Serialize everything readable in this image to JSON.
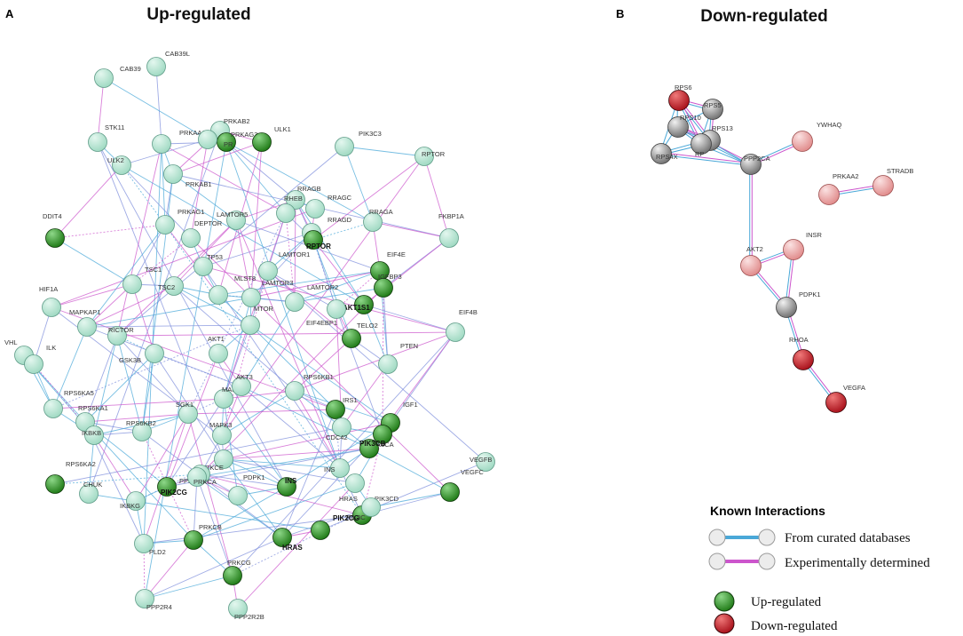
{
  "panels": [
    {
      "letter": "A",
      "title": "Up-regulated"
    },
    {
      "letter": "B",
      "title": "Down-regulated"
    }
  ],
  "colors": {
    "up_node": "#1f7a16",
    "up_node_light": "#8fd88a",
    "neighbor_node": "#9fd9c2",
    "neighbor_node_light": "#e4f7ef",
    "down_node": "#a8101a",
    "down_node_light": "#f07a7a",
    "down_neighbor": "#e08a8a",
    "down_neighbor_light": "#fbe3e3",
    "gray_node": "#707070",
    "gray_node_light": "#f2f2f2",
    "curated_edge": "#4aa8d8",
    "experimental_edge": "#cc55cc",
    "edge_generic": "#7f8fdc"
  },
  "network_a": {
    "nodes": [
      {
        "label": "CAB39L",
        "type": "neighbor"
      },
      {
        "label": "CAB39",
        "type": "neighbor"
      },
      {
        "label": "STK11",
        "type": "neighbor"
      },
      {
        "label": "PRKAB2",
        "type": "neighbor"
      },
      {
        "label": "PRKAG3",
        "type": "up"
      },
      {
        "label": "ULK1",
        "type": "up"
      },
      {
        "label": "PIK3C3",
        "type": "neighbor"
      },
      {
        "label": "RPTOR",
        "type": "neighbor"
      },
      {
        "label": "PRKAA1",
        "type": "neighbor"
      },
      {
        "label": "PR",
        "type": "neighbor"
      },
      {
        "label": "ULK2",
        "type": "neighbor"
      },
      {
        "label": "PRKAB1",
        "type": "neighbor"
      },
      {
        "label": "RRAGB",
        "type": "neighbor"
      },
      {
        "label": "RRAGC",
        "type": "neighbor"
      },
      {
        "label": "RHEB",
        "type": "neighbor"
      },
      {
        "label": "LAMTOR5",
        "type": "neighbor"
      },
      {
        "label": "PRKAG1",
        "type": "neighbor"
      },
      {
        "label": "RRAGD",
        "type": "neighbor"
      },
      {
        "label": "RRAGA",
        "type": "neighbor"
      },
      {
        "label": "DEPTOR",
        "type": "neighbor"
      },
      {
        "label": "DDIT4",
        "type": "up"
      },
      {
        "label": "FKBP1A",
        "type": "neighbor"
      },
      {
        "label": "RPTOR",
        "type": "up",
        "bold": true
      },
      {
        "label": "LAMTOR1",
        "type": "neighbor"
      },
      {
        "label": "EIF4E",
        "type": "up"
      },
      {
        "label": "TSC1",
        "type": "neighbor"
      },
      {
        "label": "TP53",
        "type": "neighbor"
      },
      {
        "label": "TSC2",
        "type": "neighbor"
      },
      {
        "label": "IGFBP3",
        "type": "up"
      },
      {
        "label": "HIF1A",
        "type": "neighbor"
      },
      {
        "label": "MLST8",
        "type": "neighbor"
      },
      {
        "label": "LAMTOR3",
        "type": "neighbor"
      },
      {
        "label": "LAMTOR2",
        "type": "neighbor"
      },
      {
        "label": "AKT1S1",
        "type": "up",
        "bold": true
      },
      {
        "label": "MTOR",
        "type": "neighbor"
      },
      {
        "label": "EIF4B",
        "type": "neighbor"
      },
      {
        "label": "MAPKAP1",
        "type": "neighbor"
      },
      {
        "label": "RICTOR",
        "type": "neighbor"
      },
      {
        "label": "EIF4EBP1",
        "type": "neighbor"
      },
      {
        "label": "TELO2",
        "type": "up"
      },
      {
        "label": "VHL",
        "type": "neighbor"
      },
      {
        "label": "ILK",
        "type": "neighbor"
      },
      {
        "label": "GSK3B",
        "type": "neighbor"
      },
      {
        "label": "AKT1",
        "type": "neighbor"
      },
      {
        "label": "PTEN",
        "type": "neighbor"
      },
      {
        "label": "MAPK1",
        "type": "neighbor"
      },
      {
        "label": "AKT3",
        "type": "neighbor"
      },
      {
        "label": "RPS6KB1",
        "type": "neighbor"
      },
      {
        "label": "RPS6KA5",
        "type": "neighbor"
      },
      {
        "label": "RPS6KA1",
        "type": "neighbor"
      },
      {
        "label": "SGK1",
        "type": "neighbor"
      },
      {
        "label": "IRS1",
        "type": "up"
      },
      {
        "label": "IGF1",
        "type": "up"
      },
      {
        "label": "RPS6KB2",
        "type": "neighbor"
      },
      {
        "label": "MAPK3",
        "type": "neighbor"
      },
      {
        "label": "IKBKB",
        "type": "neighbor"
      },
      {
        "label": "CDC42",
        "type": "neighbor"
      },
      {
        "label": "PIK3CA",
        "type": "up"
      },
      {
        "label": "PIK3CB",
        "type": "up",
        "bold": true
      },
      {
        "label": "VEGFB",
        "type": "neighbor"
      },
      {
        "label": "RPS6KA2",
        "type": "up"
      },
      {
        "label": "PRKCE",
        "type": "neighbor"
      },
      {
        "label": "PPP2CA",
        "type": "neighbor"
      },
      {
        "label": "INS",
        "type": "neighbor"
      },
      {
        "label": "CHUK",
        "type": "neighbor"
      },
      {
        "label": "PRKCA",
        "type": "neighbor"
      },
      {
        "label": "PDPK1",
        "type": "neighbor"
      },
      {
        "label": "PIK3CD",
        "type": "up"
      },
      {
        "label": "VEGFC",
        "type": "up"
      },
      {
        "label": "PIK2CG",
        "type": "up",
        "bold": true
      },
      {
        "label": "IKBKG",
        "type": "neighbor"
      },
      {
        "label": "INS",
        "type": "up",
        "bold": true
      },
      {
        "label": "PIK3C",
        "type": "neighbor"
      },
      {
        "label": "HRAS",
        "type": "neighbor"
      },
      {
        "label": "PRKCB",
        "type": "up"
      },
      {
        "label": "HRAS",
        "type": "up",
        "bold": true
      },
      {
        "label": "PIK2CG",
        "type": "up",
        "bold": true
      },
      {
        "label": "PLD2",
        "type": "neighbor"
      },
      {
        "label": "PRKCG",
        "type": "up"
      },
      {
        "label": "PPP2R4",
        "type": "neighbor"
      },
      {
        "label": "PPP2R2B",
        "type": "neighbor"
      }
    ]
  },
  "network_b": {
    "nodes": [
      {
        "label": "RPS6",
        "type": "down"
      },
      {
        "label": "RPS5",
        "type": "gray"
      },
      {
        "label": "RPS10",
        "type": "gray"
      },
      {
        "label": "RPS13",
        "type": "gray"
      },
      {
        "label": "RPS4X",
        "type": "gray"
      },
      {
        "label": "RP",
        "type": "gray"
      },
      {
        "label": "YWHAQ",
        "type": "down_neighbor"
      },
      {
        "label": "PPP2CA",
        "type": "gray"
      },
      {
        "label": "PRKAA2",
        "type": "down_neighbor"
      },
      {
        "label": "STRADB",
        "type": "down_neighbor"
      },
      {
        "label": "INSR",
        "type": "down_neighbor"
      },
      {
        "label": "AKT2",
        "type": "down_neighbor"
      },
      {
        "label": "PDPK1",
        "type": "gray"
      },
      {
        "label": "RHOA",
        "type": "down"
      },
      {
        "label": "VEGFA",
        "type": "down"
      }
    ]
  },
  "legend": {
    "title": "Known Interactions",
    "edges": [
      {
        "label": "From curated databases",
        "color_key": "curated_edge"
      },
      {
        "label": "Experimentally determined",
        "color_key": "experimental_edge"
      }
    ],
    "nodes": [
      {
        "label": "Up-regulated",
        "color_key": "up_node"
      },
      {
        "label": "Down-regulated",
        "color_key": "down_node"
      }
    ]
  }
}
